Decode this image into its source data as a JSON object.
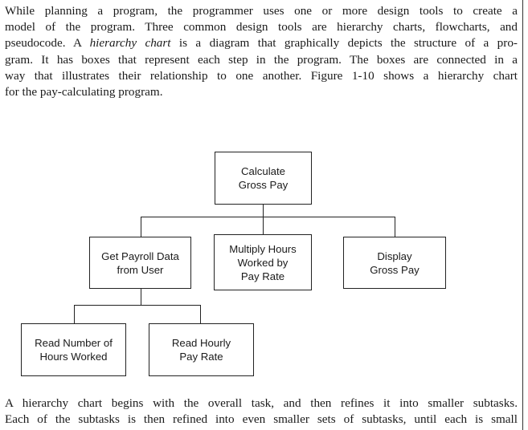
{
  "intro_paragraph": {
    "lines": [
      "While planning a program, the programmer uses one or more design tools to create a",
      "model of the program. Three common design tools are hierarchy charts, flowcharts, and",
      "gram. It has boxes that represent each step in the program. The boxes are connected in a",
      "way that illustrates their relationship to one another. Figure 1-10 shows a hierarchy chart",
      "for the pay-calculating program."
    ],
    "line3_before": "pseudocode. A ",
    "line3_term": "hierarchy chart",
    "line3_after": " is a diagram that graphically depicts the structure of a pro-"
  },
  "hierarchy_chart": {
    "root": "Calculate\nGross Pay",
    "level1": [
      "Get Payroll Data\nfrom User",
      "Multiply Hours\nWorked by\nPay Rate",
      "Display\nGross Pay"
    ],
    "level2": [
      "Read Number of\nHours Worked",
      "Read Hourly\nPay Rate"
    ]
  },
  "closing_paragraph": {
    "lines": [
      "A hierarchy chart begins with the overall task, and then refines it into smaller subtasks.",
      "Each of the subtasks is then refined into even smaller sets of subtasks, until each is small"
    ]
  }
}
